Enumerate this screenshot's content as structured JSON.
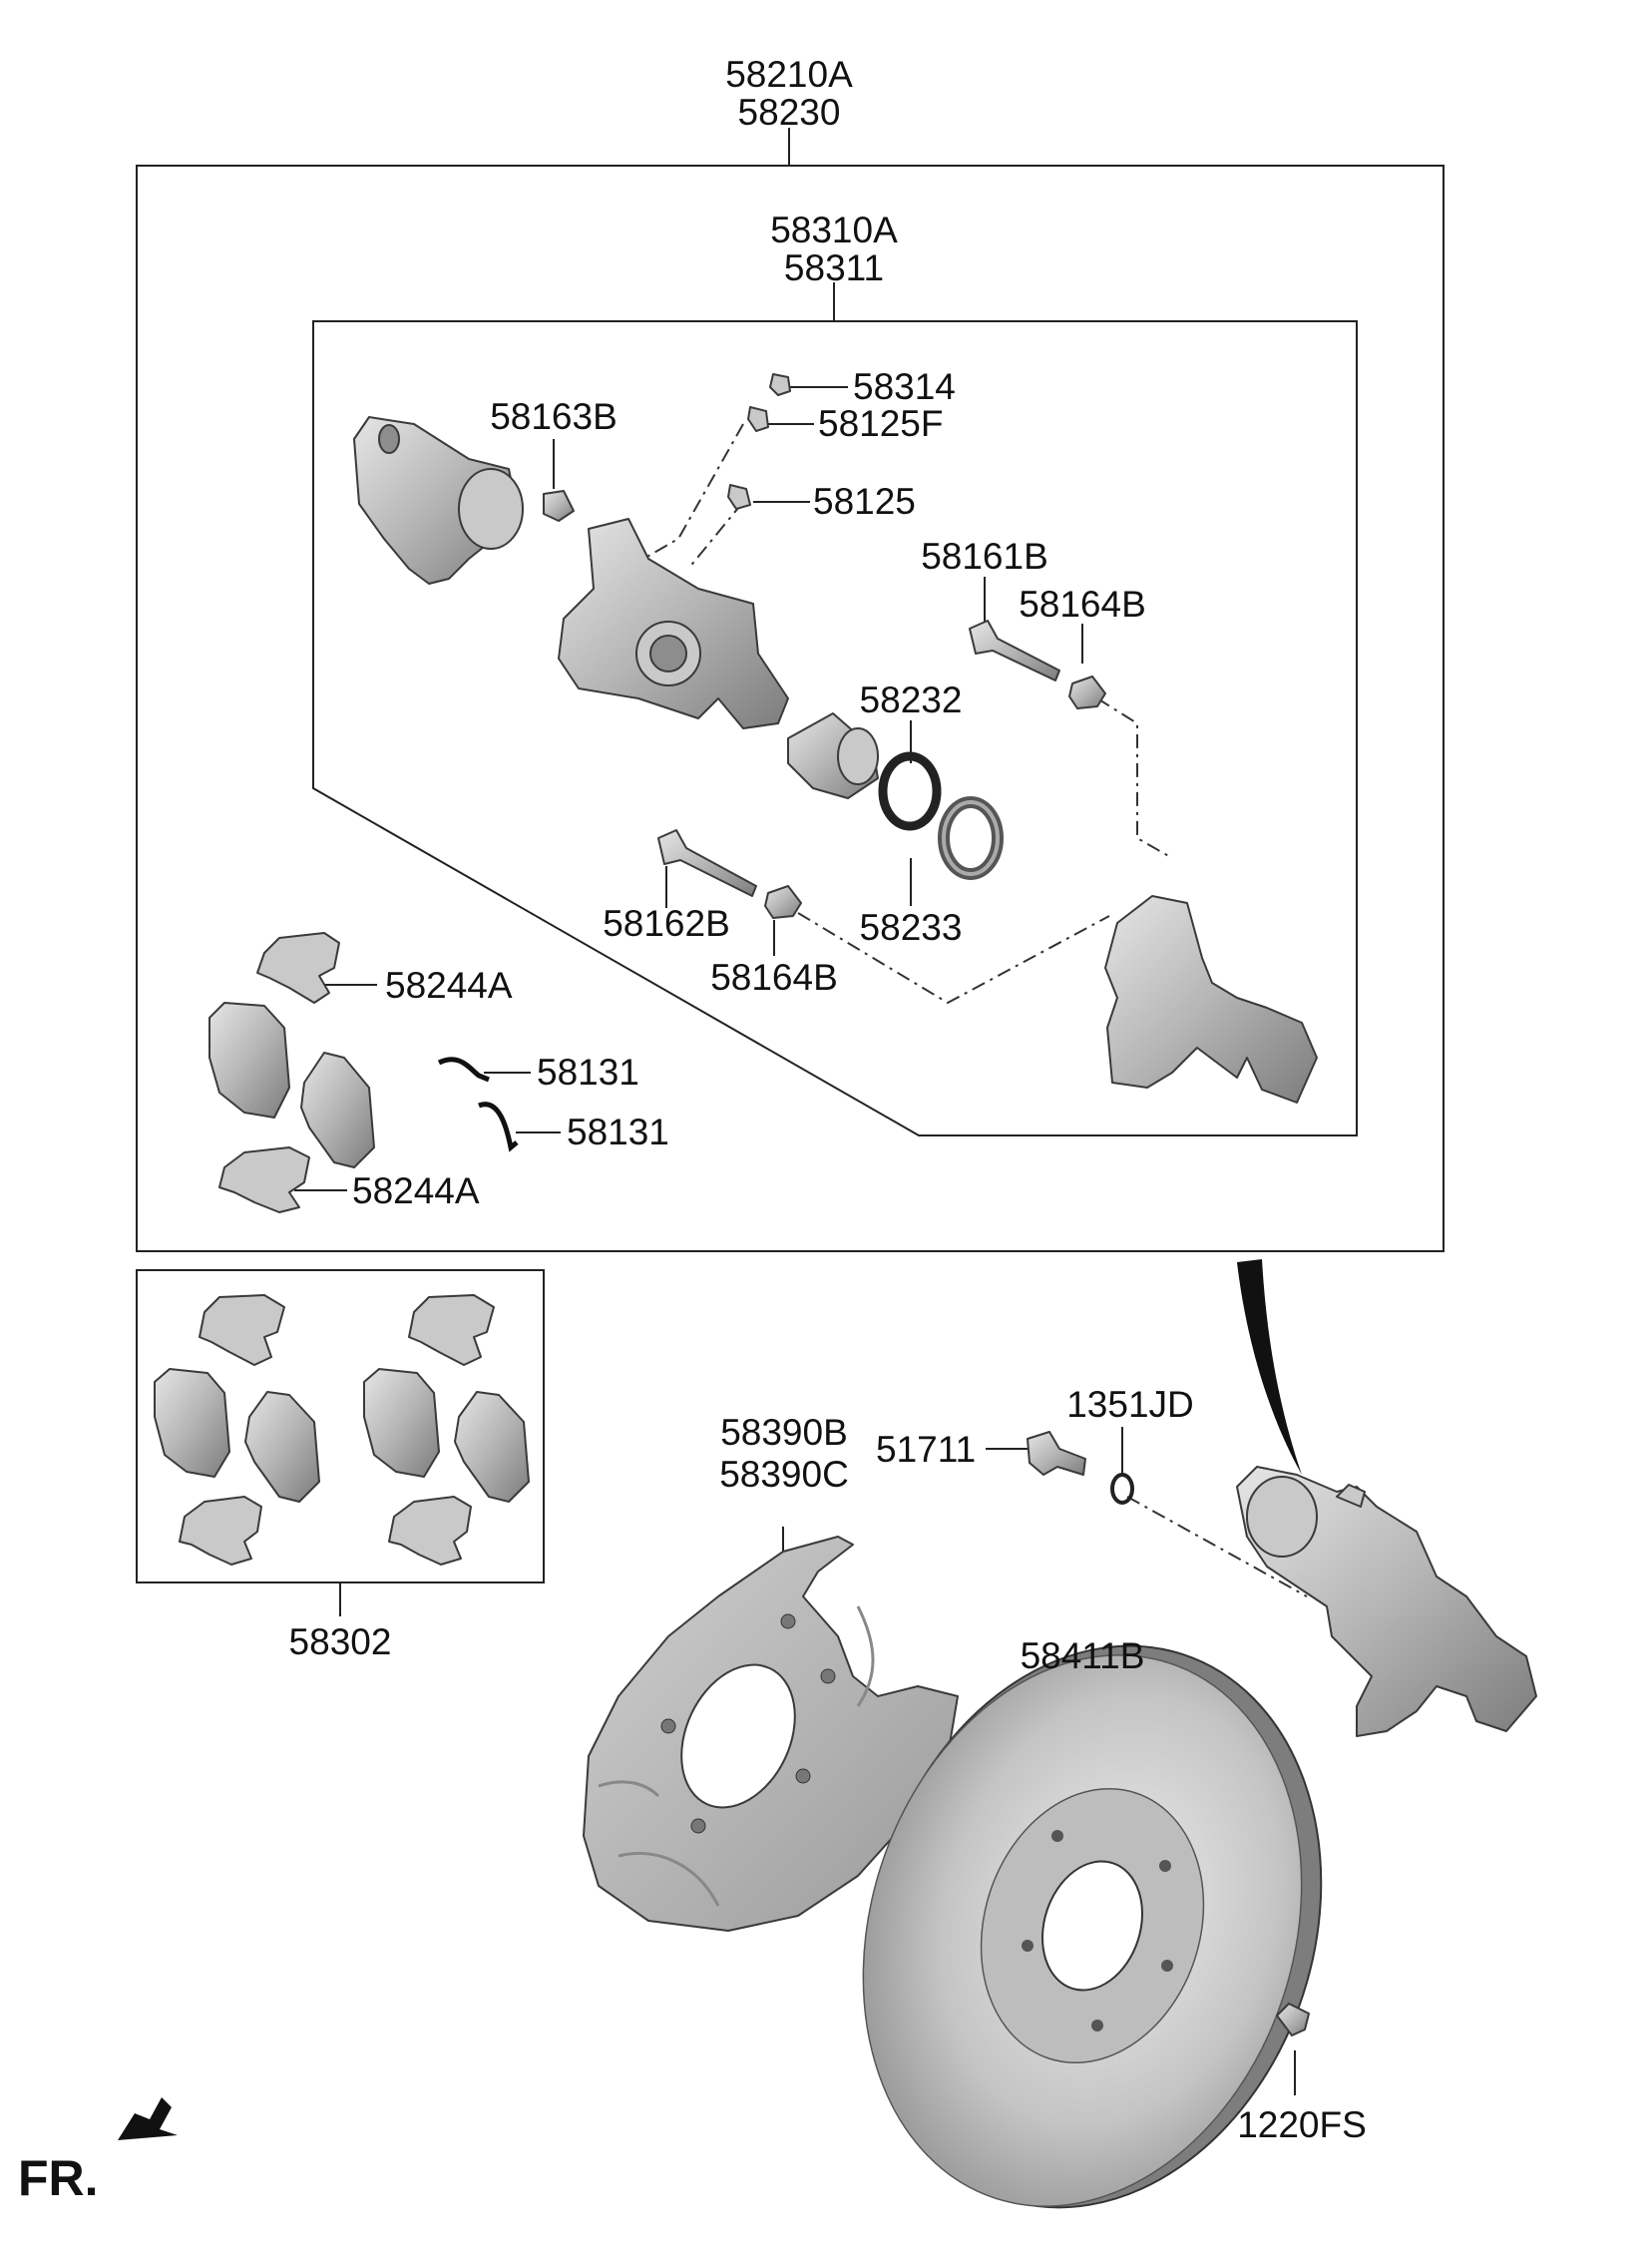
{
  "labels": {
    "p58210A": "58210A",
    "p58230": "58230",
    "p58310A": "58310A",
    "p58311": "58311",
    "p58314": "58314",
    "p58125F": "58125F",
    "p58163B": "58163B",
    "p58125": "58125",
    "p58161B": "58161B",
    "p58164B_top": "58164B",
    "p58232": "58232",
    "p58162B": "58162B",
    "p58233": "58233",
    "p58164B_bottom": "58164B",
    "p58244A_top": "58244A",
    "p58131_top": "58131",
    "p58131_bottom": "58131",
    "p58244A_bottom": "58244A",
    "p58302": "58302",
    "p58390B": "58390B",
    "p58390C": "58390C",
    "p51711": "51711",
    "p1351JD": "1351JD",
    "p58411B": "58411B",
    "p1220FS": "1220FS"
  },
  "orientation": {
    "label": "FR.",
    "arrow_icon": "front-arrow-icon"
  },
  "colors": {
    "line": "#222222",
    "part_light": "#d9d9d9",
    "part_mid": "#a8a8a8",
    "part_dark": "#6e6e6e"
  }
}
